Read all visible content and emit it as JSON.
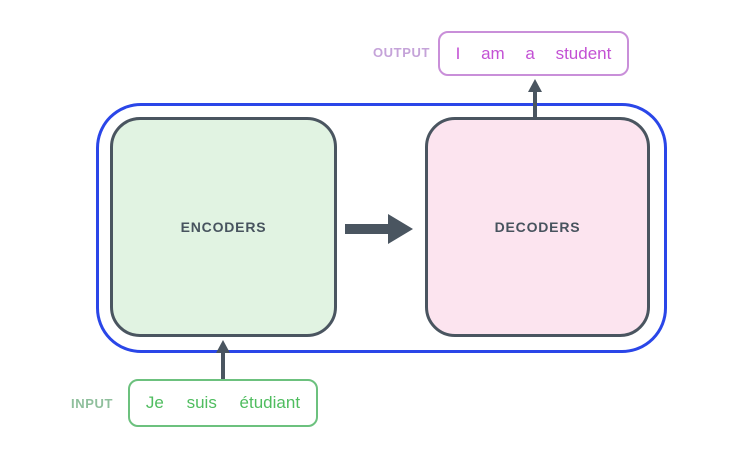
{
  "diagram": {
    "title": "encoder-decoder transformer overview",
    "output": {
      "label": "OUTPUT",
      "text": "I am a student"
    },
    "input": {
      "label": "INPUT",
      "text": "Je suis étudiant"
    },
    "encoders": {
      "label": "ENCODERS"
    },
    "decoders": {
      "label": "DECODERS"
    }
  },
  "colors": {
    "container-border": "#2a46e8",
    "block-border": "#4a5560",
    "block-label": "#47535e",
    "arrow": "#4a5560",
    "encoder-fill": "#e1f3e2",
    "decoder-fill": "#fce4ef",
    "output-border": "#c98fd9",
    "output-text": "#c351d4",
    "output-label": "#c5a3d9",
    "input-border": "#6cc17e",
    "input-text": "#4fbd5f",
    "input-label": "#8fbf9c",
    "background": "#ffffff"
  }
}
